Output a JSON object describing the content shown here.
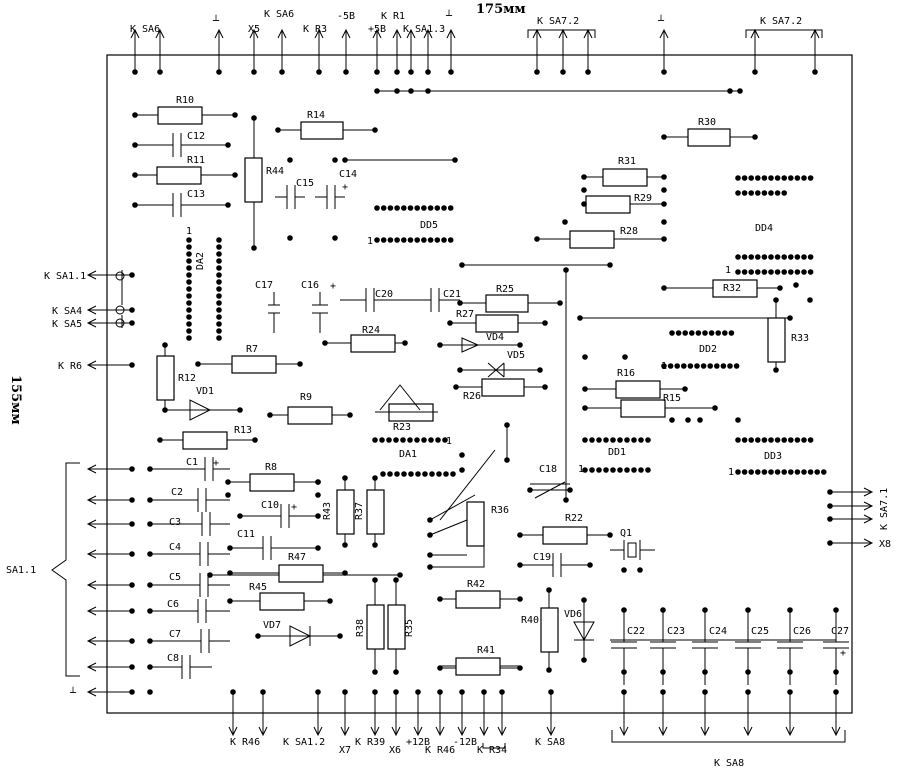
{
  "dims": {
    "width_label": "175мм",
    "height_label": "155мм"
  },
  "resistors": [
    {
      "label": "R10"
    },
    {
      "label": "R11"
    },
    {
      "label": "R44"
    },
    {
      "label": "R14"
    },
    {
      "label": "R30"
    },
    {
      "label": "R31"
    },
    {
      "label": "R29"
    },
    {
      "label": "R28"
    },
    {
      "label": "R32"
    },
    {
      "label": "R33"
    },
    {
      "label": "R25"
    },
    {
      "label": "R27"
    },
    {
      "label": "R24"
    },
    {
      "label": "R7"
    },
    {
      "label": "R12"
    },
    {
      "label": "R9"
    },
    {
      "label": "R13"
    },
    {
      "label": "R23"
    },
    {
      "label": "R26"
    },
    {
      "label": "R16"
    },
    {
      "label": "R15"
    },
    {
      "label": "R8"
    },
    {
      "label": "R43"
    },
    {
      "label": "R37"
    },
    {
      "label": "R36"
    },
    {
      "label": "R22"
    },
    {
      "label": "R47"
    },
    {
      "label": "R45"
    },
    {
      "label": "R42"
    },
    {
      "label": "R40"
    },
    {
      "label": "R38"
    },
    {
      "label": "R35"
    },
    {
      "label": "R41"
    }
  ],
  "capacitors": [
    {
      "label": "C12"
    },
    {
      "label": "C13"
    },
    {
      "label": "C15"
    },
    {
      "label": "C14"
    },
    {
      "label": "C17"
    },
    {
      "label": "C16"
    },
    {
      "label": "C20"
    },
    {
      "label": "C21"
    },
    {
      "label": "C1"
    },
    {
      "label": "C2"
    },
    {
      "label": "C3"
    },
    {
      "label": "C4"
    },
    {
      "label": "C5"
    },
    {
      "label": "C6"
    },
    {
      "label": "C7"
    },
    {
      "label": "C8"
    },
    {
      "label": "C10"
    },
    {
      "label": "C11"
    },
    {
      "label": "C18"
    },
    {
      "label": "C19"
    },
    {
      "label": "C22"
    },
    {
      "label": "C23"
    },
    {
      "label": "C24"
    },
    {
      "label": "C25"
    },
    {
      "label": "C26"
    },
    {
      "label": "C27"
    }
  ],
  "chips": [
    {
      "label": "DD5"
    },
    {
      "label": "DD4"
    },
    {
      "label": "DA2"
    },
    {
      "label": "DD2"
    },
    {
      "label": "DD1"
    },
    {
      "label": "DD3"
    },
    {
      "label": "DA1"
    }
  ],
  "diodes": [
    {
      "label": "VD1"
    },
    {
      "label": "VD4"
    },
    {
      "label": "VD5"
    },
    {
      "label": "VD7"
    },
    {
      "label": "VD6"
    }
  ],
  "quartz": {
    "label": "Q1"
  },
  "pin_one": "1",
  "plus": "+",
  "top_terminals": [
    {
      "label": "К SA6"
    },
    {
      "label": "┴"
    },
    {
      "label": "X5"
    },
    {
      "label": "К SA6"
    },
    {
      "label": "К R3"
    },
    {
      "label": "-5В"
    },
    {
      "label": "+5В"
    },
    {
      "label": "К R1"
    },
    {
      "label": "К SA1.3"
    },
    {
      "label": "┴"
    },
    {
      "label": "К SA7.2"
    },
    {
      "label": "┴"
    },
    {
      "label": "К SA7.2"
    }
  ],
  "left_terminals": [
    {
      "label": "К SA1.1"
    },
    {
      "label": "К SA4"
    },
    {
      "label": "К SA5"
    },
    {
      "label": "К R6"
    },
    {
      "label": "SA1.1"
    },
    {
      "label": "┴"
    }
  ],
  "right_terminals": [
    {
      "label": "К SA7.1"
    },
    {
      "label": "X8"
    }
  ],
  "bottom_terminals": [
    {
      "label": "К R46"
    },
    {
      "label": "К SA1.2"
    },
    {
      "label": "X7"
    },
    {
      "label": "К R39"
    },
    {
      "label": "X6"
    },
    {
      "label": "+12В"
    },
    {
      "label": "К R46"
    },
    {
      "label": "-12В"
    },
    {
      "label": "К R34"
    },
    {
      "label": "К SA8"
    },
    {
      "label": "К SA8"
    }
  ]
}
